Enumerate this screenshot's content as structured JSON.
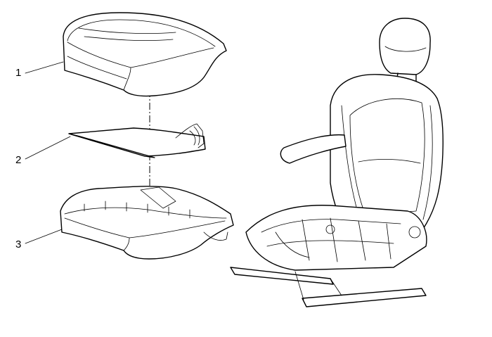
{
  "callouts": [
    {
      "number": "1"
    },
    {
      "number": "2"
    },
    {
      "number": "3"
    }
  ]
}
